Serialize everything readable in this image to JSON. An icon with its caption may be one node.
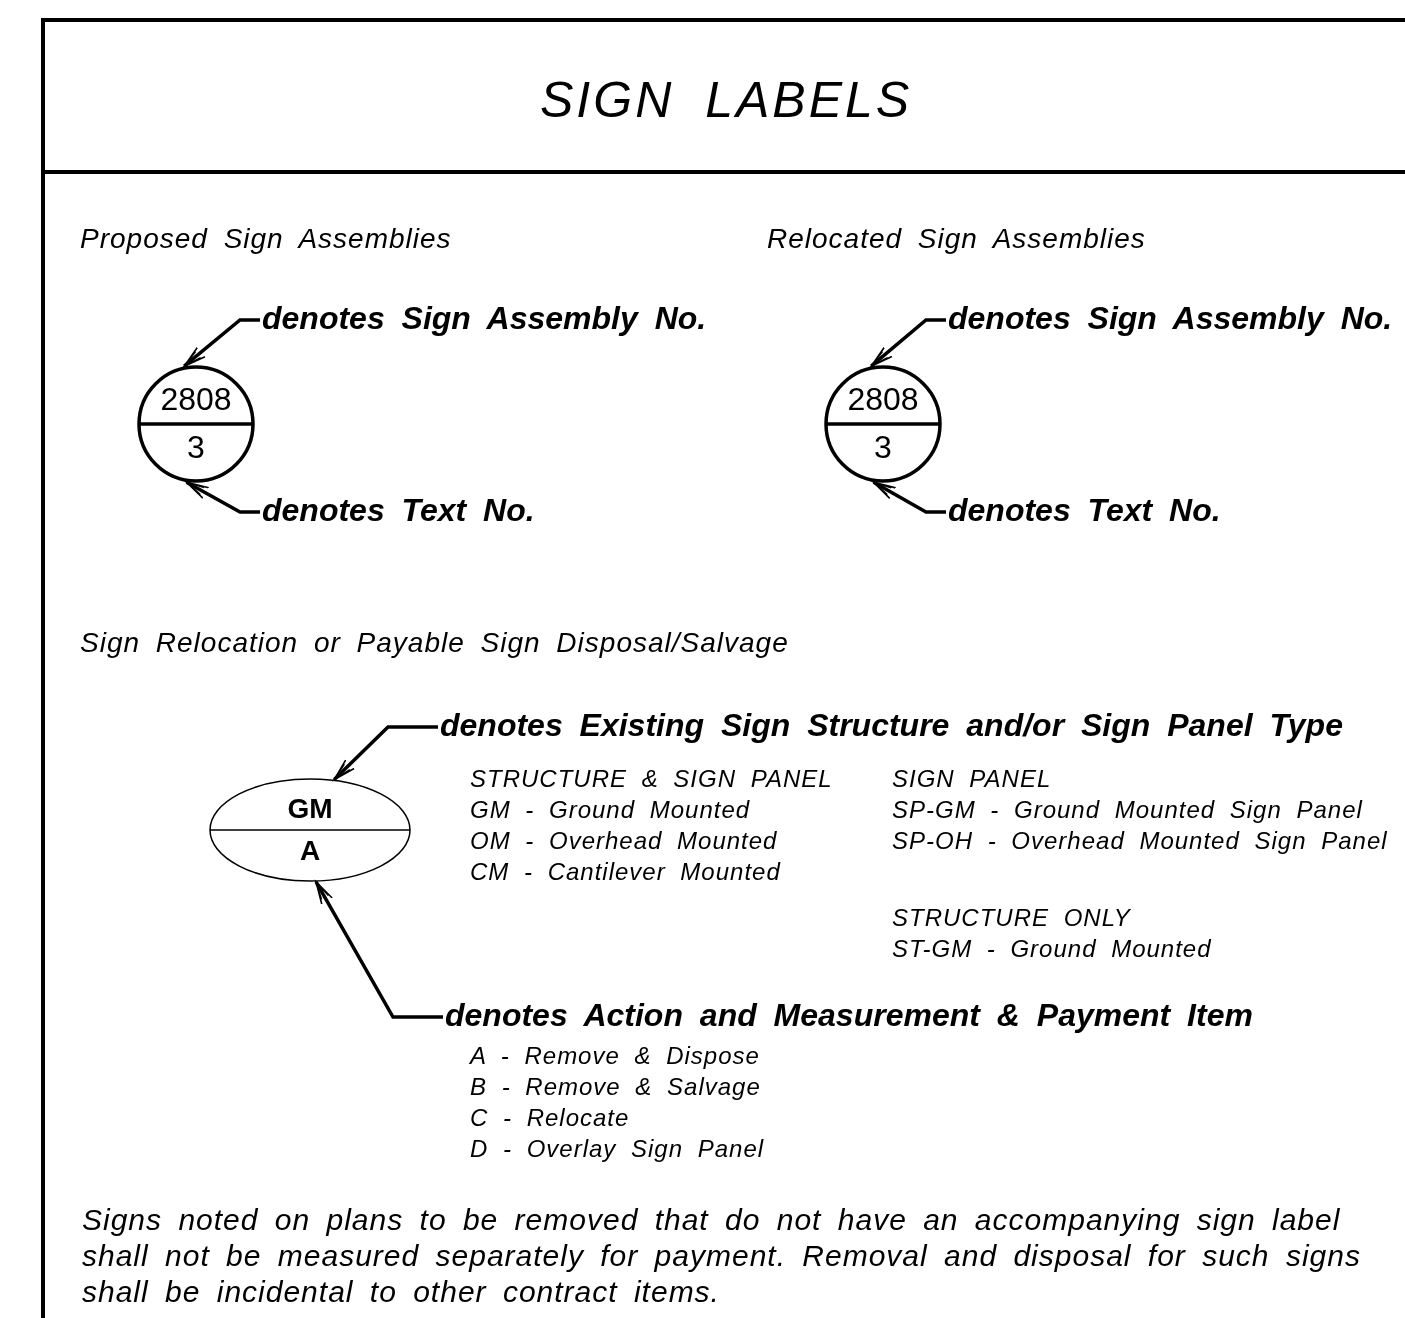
{
  "diagram": {
    "title": "SIGN LABELS",
    "nodes": [
      {
        "text": [
          "2808",
          "3"
        ]
      },
      {
        "text": [
          "denotes Sign Assembly No."
        ]
      },
      {
        "text": [
          "denotes Text No."
        ]
      },
      {
        "text": [
          "2808",
          "3"
        ]
      },
      {
        "text": [
          "denotes Sign Assembly No."
        ]
      },
      {
        "text": [
          "denotes Text No."
        ]
      },
      {
        "text": [
          "GM",
          "A"
        ]
      },
      {
        "text": [
          "denotes Existing Sign Structure and/or Sign Panel Type"
        ]
      },
      {
        "text": [
          "denotes Action and Measurement & Payment Item"
        ]
      }
    ],
    "edges": [
      {
        "from": 1,
        "to": 0,
        "arrow": "to"
      },
      {
        "from": 2,
        "to": 0,
        "arrow": "to"
      },
      {
        "from": 4,
        "to": 3,
        "arrow": "to"
      },
      {
        "from": 5,
        "to": 3,
        "arrow": "to"
      },
      {
        "from": 7,
        "to": 6,
        "arrow": "to"
      },
      {
        "from": 8,
        "to": 6,
        "arrow": "to"
      }
    ],
    "labels": [
      "Proposed Sign Assemblies",
      "Relocated Sign Assemblies",
      "Sign Relocation or Payable Sign Disposal/Salvage",
      "STRUCTURE & SIGN PANEL",
      "SIGN PANEL",
      "GM - Ground Mounted",
      "SP-GM - Ground Mounted Sign Panel",
      "OM - Overhead Mounted",
      "SP-OH - Overhead Mounted Sign Panel",
      "CM - Cantilever Mounted",
      "STRUCTURE ONLY",
      "ST-GM - Ground Mounted",
      "A - Remove & Dispose",
      "B - Remove & Salvage",
      "C - Relocate",
      "D - Overlay Sign Panel",
      "Signs noted on plans to be removed that do not have an accompanying sign label shall not be measured separately for payment. Removal and disposal for such signs shall be incidental to other contract items."
    ]
  }
}
